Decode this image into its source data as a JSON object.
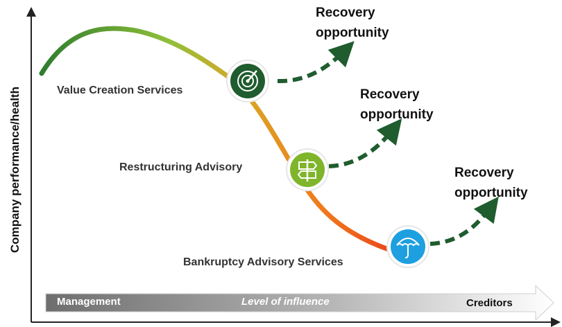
{
  "axes": {
    "y_label": "Company performance/health"
  },
  "stages": [
    {
      "service": "Value Creation Services",
      "icon": "radar-icon",
      "color": "#1f5c2e"
    },
    {
      "service": "Restructuring Advisory",
      "icon": "signpost-icon",
      "color": "#7fb52a"
    },
    {
      "service": "Bankruptcy Advisory Services",
      "icon": "umbrella-icon",
      "color": "#1ea0e0"
    }
  ],
  "recovery": [
    {
      "line1": "Recovery",
      "line2": "opportunity"
    },
    {
      "line1": "Recovery",
      "line2": "opportunity"
    },
    {
      "line1": "Recovery",
      "line2": "opportunity"
    }
  ],
  "influence_bar": {
    "left": "Management",
    "center": "Level of influence",
    "right": "Creditors"
  },
  "colors": {
    "curve_start": "#3a8a2e",
    "curve_mid": "#e0a020",
    "curve_end": "#e8501a",
    "arrow": "#1f5c2e"
  }
}
